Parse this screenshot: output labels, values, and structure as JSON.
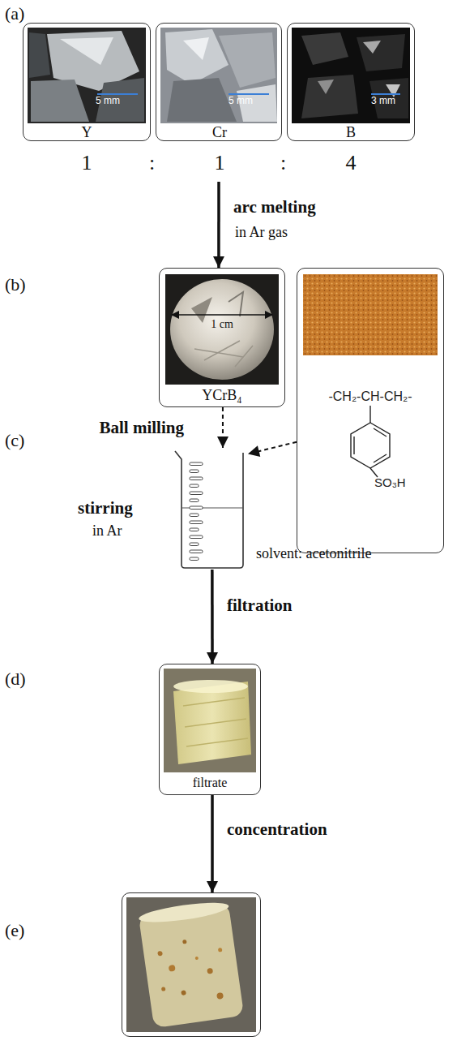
{
  "diagram": {
    "nodes": [
      {
        "text": [
          "5 mm",
          "Y",
          "1"
        ]
      },
      {
        "text": [
          "5 mm",
          "Cr",
          "1"
        ]
      },
      {
        "text": [
          "3 mm",
          "B",
          "4"
        ]
      },
      {
        "text": [
          "1 cm",
          "YCrB₄"
        ]
      },
      {
        "text": [
          "-CH₂-CH-CH₂-",
          "SO₃H"
        ]
      },
      {
        "text": [
          "stirring",
          "in Ar",
          "solvent: acetonitrile"
        ]
      },
      {
        "text": [
          "filtrate"
        ]
      },
      {
        "text": []
      }
    ],
    "edges": [
      {
        "from": 1,
        "to": 3,
        "arrow": "to",
        "label": "arc melting"
      },
      {
        "from": 3,
        "to": 5,
        "arrow": "to",
        "label": "Ball milling"
      },
      {
        "from": 4,
        "to": 5,
        "arrow": "to"
      },
      {
        "from": 5,
        "to": 6,
        "arrow": "to",
        "label": "filtration"
      },
      {
        "from": 6,
        "to": 7,
        "arrow": "to",
        "label": "concentration"
      }
    ],
    "labels": [
      "(a)",
      ":",
      ":",
      "in Ar gas",
      "(b)",
      "(c)",
      "(d)",
      "(e)"
    ]
  }
}
